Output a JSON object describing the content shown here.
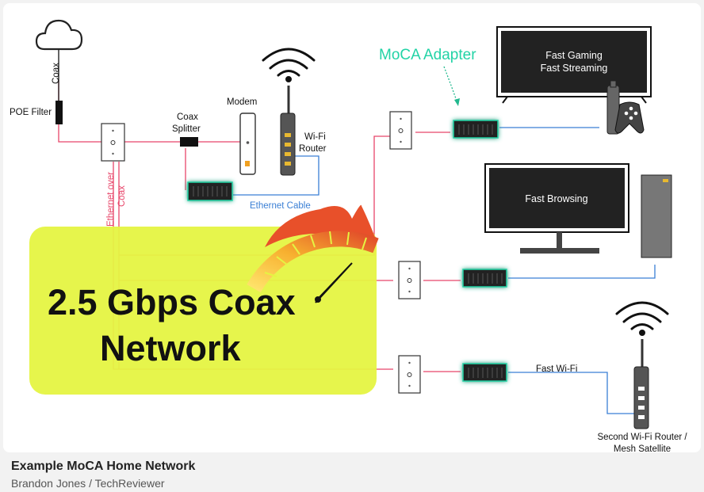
{
  "labels": {
    "coax": "Coax",
    "poe_filter": "POE Filter",
    "coax_splitter_1": "Coax",
    "coax_splitter_2": "Splitter",
    "modem": "Modem",
    "wifi_router_1": "Wi-Fi",
    "wifi_router_2": "Router",
    "ethernet_cable": "Ethernet Cable",
    "ethernet_over_coax_1": "Ethernet over",
    "ethernet_over_coax_2": "Coax",
    "moca_adapter": "MoCA Adapter",
    "tv_line_1": "Fast Gaming",
    "tv_line_2": "Fast Streaming",
    "monitor": "Fast Browsing",
    "fast_wifi": "Fast Wi-Fi",
    "second_router_1": "Second Wi-Fi Router /",
    "second_router_2": "Mesh Satellite"
  },
  "banner": {
    "line1": "2.5 Gbps Coax",
    "line2": "Network"
  },
  "caption": {
    "title": "Example MoCA Home Network",
    "credit": "Brandon Jones / TechReviewer"
  },
  "colors": {
    "coax_line": "#e8466a",
    "ethernet_line": "#3a7fd5",
    "moca_accent": "#22d3a6",
    "banner_bg": "#e5f442",
    "device_dark": "#222222"
  }
}
